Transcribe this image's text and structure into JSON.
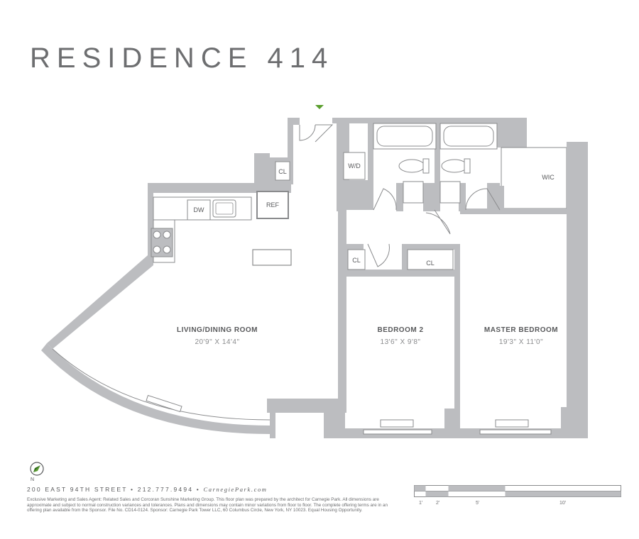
{
  "title": "RESIDENCE 414",
  "rooms": {
    "living": {
      "name": "LIVING/DINING ROOM",
      "dims": "20'9\" X 14'4\""
    },
    "bedroom2": {
      "name": "BEDROOM 2",
      "dims": "13'6\" X 9'8\""
    },
    "master": {
      "name": "MASTER BEDROOM",
      "dims": "19'3\" X 11'0\""
    }
  },
  "labels": {
    "cl_entry": "CL",
    "wd": "W/D",
    "wic": "WIC",
    "ref": "REF",
    "dw": "DW",
    "cl_bed2": "CL",
    "cl_master": "CL"
  },
  "footer": {
    "address": "200 EAST 94TH STREET • 212.777.9494 •",
    "website": "CarnegiePark.com",
    "compass_label": "N",
    "disclaimer": "Exclusive Marketing and Sales Agent: Related Sales and Corcoran Sunshine Marketing Group. This floor plan was prepared by the architect for Carnegie Park. All dimensions are approximate and subject to normal construction variances and tolerances. Plans and dimensions may contain minor variations from floor to floor. The complete offering terms are in an offering plan available from the Sponsor. File No. CD14-0124. Sponsor: Carnegie Park Tower LLC, 60 Columbus Circle, New York, NY 10023. Equal Housing Opportunity."
  },
  "scale": {
    "labels": [
      "1'",
      "2'",
      "5'",
      "10'"
    ]
  },
  "colors": {
    "wall": "#bcbdc0",
    "title": "#6d6e70",
    "entry_marker": "#5a9e2e"
  }
}
